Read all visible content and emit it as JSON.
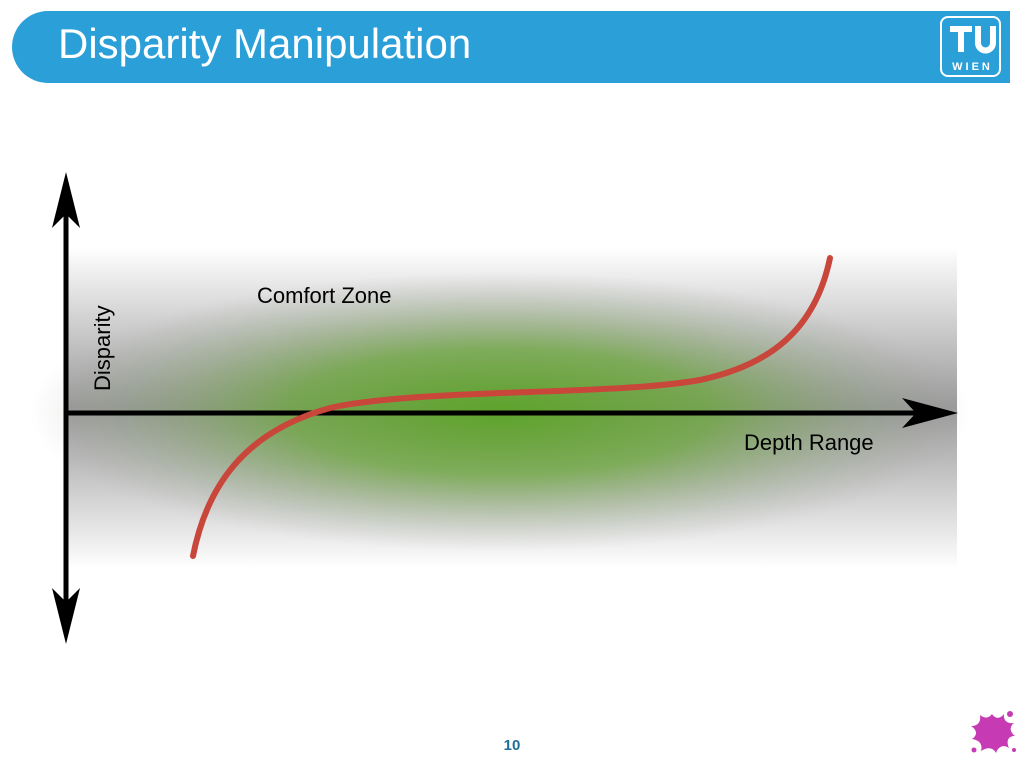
{
  "slide": {
    "title": "Disparity Manipulation",
    "page_number": "10",
    "logo": {
      "line1": "TU",
      "line2": "WIEN"
    }
  },
  "diagram": {
    "zone_label": "Comfort Zone",
    "y_axis_label": "Disparity",
    "x_axis_label": "Depth Range"
  },
  "colors": {
    "title_bar": "#2b9fd8",
    "curve": "#c8463a",
    "comfort_zone": "#5ea32b",
    "splash": "#c63bb4"
  }
}
